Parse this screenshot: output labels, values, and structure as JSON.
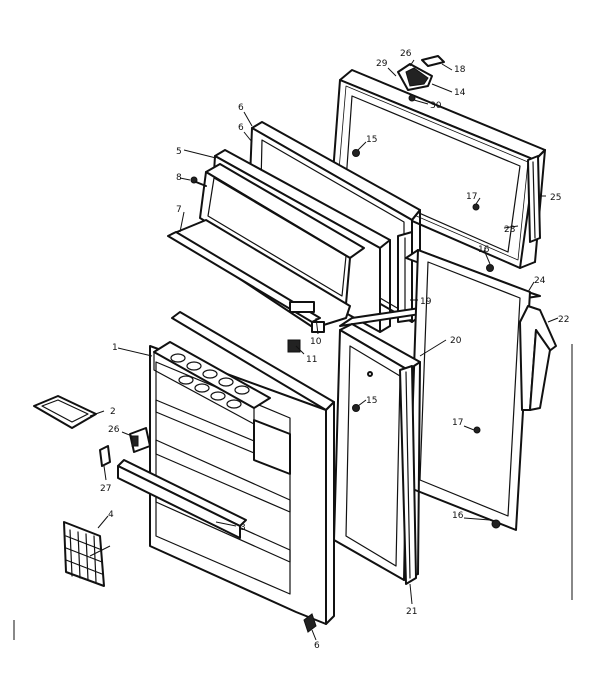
{
  "callouts": [
    {
      "id": "c1",
      "text": "1"
    },
    {
      "id": "c2",
      "text": "2"
    },
    {
      "id": "c3",
      "text": "3"
    },
    {
      "id": "c4",
      "text": "4"
    },
    {
      "id": "c5",
      "text": "5"
    },
    {
      "id": "c6a",
      "text": "6"
    },
    {
      "id": "c6b",
      "text": "6"
    },
    {
      "id": "c6c",
      "text": "6"
    },
    {
      "id": "c7",
      "text": "7"
    },
    {
      "id": "c8",
      "text": "8"
    },
    {
      "id": "c10",
      "text": "10"
    },
    {
      "id": "c11",
      "text": "11"
    },
    {
      "id": "c14",
      "text": "14"
    },
    {
      "id": "c15a",
      "text": "15"
    },
    {
      "id": "c15b",
      "text": "15"
    },
    {
      "id": "c16a",
      "text": "16"
    },
    {
      "id": "c16b",
      "text": "16"
    },
    {
      "id": "c17a",
      "text": "17"
    },
    {
      "id": "c17b",
      "text": "17"
    },
    {
      "id": "c18",
      "text": "18"
    },
    {
      "id": "c19",
      "text": "19"
    },
    {
      "id": "c20",
      "text": "20"
    },
    {
      "id": "c21",
      "text": "21"
    },
    {
      "id": "c22",
      "text": "22"
    },
    {
      "id": "c23",
      "text": "23"
    },
    {
      "id": "c24",
      "text": "24"
    },
    {
      "id": "c25",
      "text": "25"
    },
    {
      "id": "c26a",
      "text": "26"
    },
    {
      "id": "c26b",
      "text": "26"
    },
    {
      "id": "c27",
      "text": "27"
    },
    {
      "id": "c29",
      "text": "29"
    },
    {
      "id": "c30",
      "text": "30"
    }
  ]
}
